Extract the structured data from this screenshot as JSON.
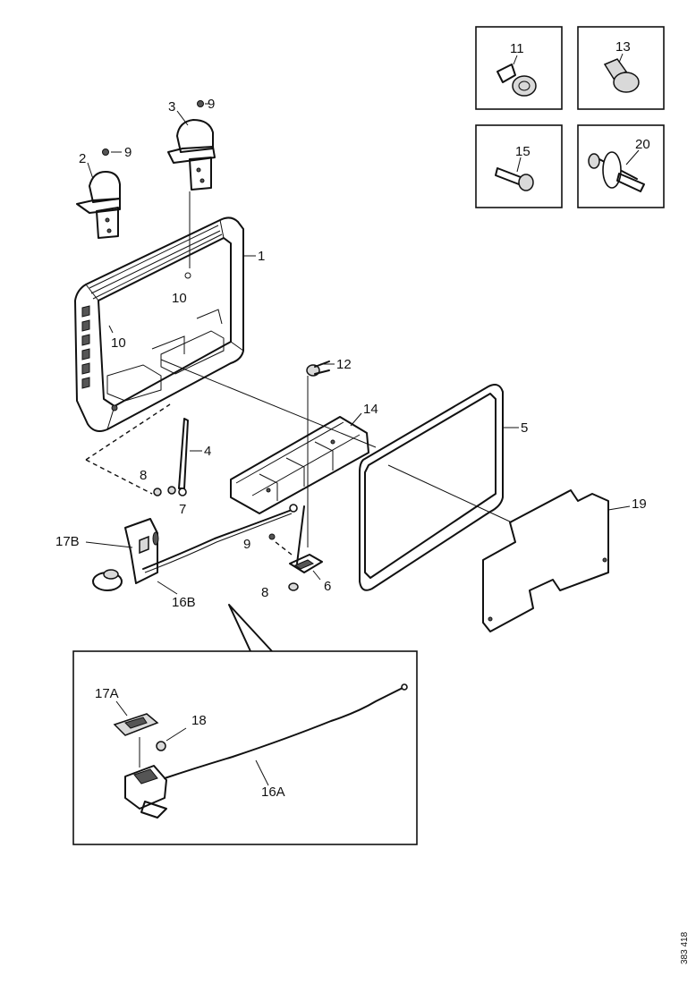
{
  "labels": {
    "l1": "1",
    "l2": "2",
    "l3": "3",
    "l4": "4",
    "l5": "5",
    "l6": "6",
    "l7": "7",
    "l8a": "8",
    "l8b": "8",
    "l9a": "9",
    "l9b": "9",
    "l9c": "9",
    "l10a": "10",
    "l10b": "10",
    "l11": "11",
    "l12": "12",
    "l13": "13",
    "l14": "14",
    "l15": "15",
    "l16a": "16A",
    "l16b": "16B",
    "l17a": "17A",
    "l17b": "17B",
    "l18": "18",
    "l19": "19",
    "l20": "20"
  },
  "reference": "383 418"
}
